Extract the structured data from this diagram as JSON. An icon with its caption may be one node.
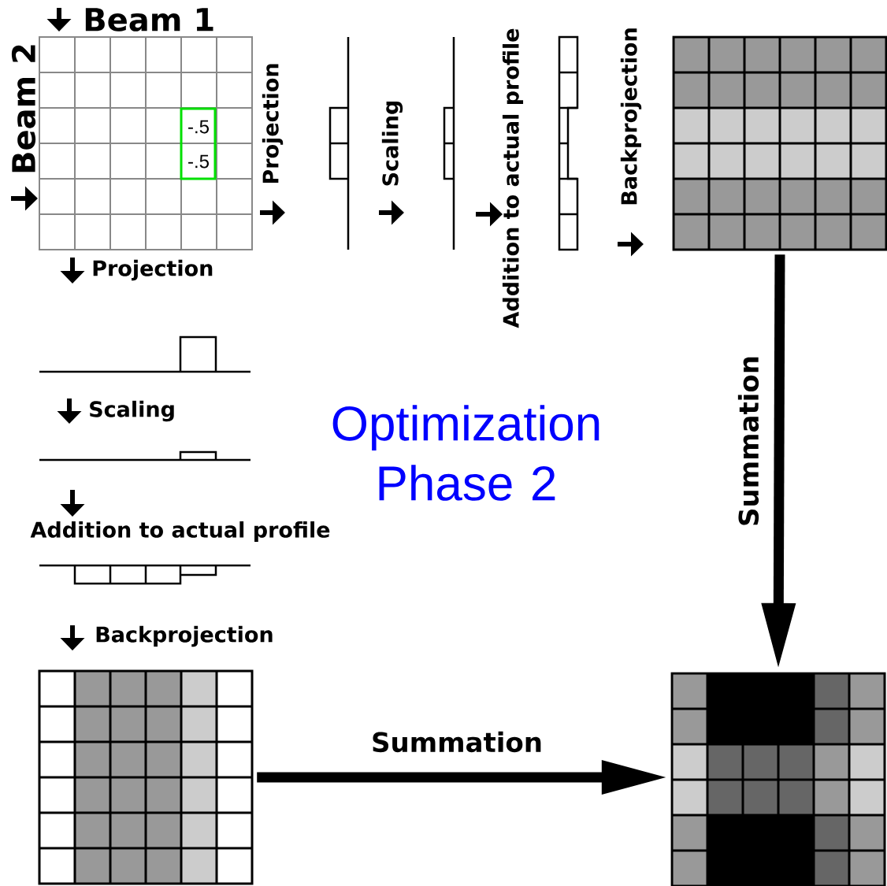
{
  "diagram": {
    "title": "Optimization Phase 2",
    "nodes": [
      {
        "text": [],
        "shape": "box"
      },
      {
        "text": [
          "-.5",
          "-.5"
        ],
        "in": 0
      },
      {
        "text": [],
        "shape": "box"
      },
      {
        "text": [],
        "shape": "box"
      },
      {
        "text": [],
        "shape": "box"
      }
    ],
    "edges": [
      {
        "from": 2,
        "to": 4,
        "arrow": "to",
        "label": "Summation"
      },
      {
        "from": 3,
        "to": 4,
        "arrow": "to",
        "label": "Summation"
      }
    ],
    "labels": [
      "Beam 1",
      "Beam 2",
      "Projection",
      "Scaling",
      "Addition to actual profile",
      "Backprojection",
      "Projection",
      "Scaling",
      "Addition to actual profile",
      "Backprojection"
    ]
  }
}
